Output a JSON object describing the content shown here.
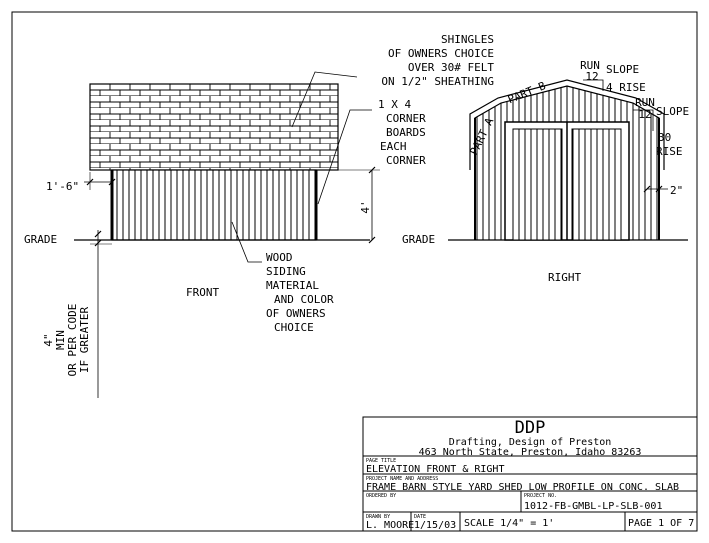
{
  "notes": {
    "roof": [
      "SHINGLES",
      "OF OWNERS CHOICE",
      "OVER 30# FELT",
      "ON 1/2\" SHEATHING"
    ],
    "corner": [
      "1 X 4",
      "CORNER",
      "BOARDS",
      "EACH",
      "CORNER"
    ],
    "siding": [
      "WOOD",
      "SIDING",
      "MATERIAL",
      "AND COLOR",
      "OF OWNERS",
      "CHOICE"
    ],
    "footing": [
      "4\"",
      "MIN",
      "OR PER CODE",
      "IF GREATER"
    ],
    "overhang": "1'-6\"",
    "wall_height": "4'",
    "grade": "GRADE",
    "trim": "2\""
  },
  "front": {
    "caption": "FRONT"
  },
  "right": {
    "caption": "RIGHT",
    "part_a": "PART A",
    "part_b": "PART B",
    "upper_slope": {
      "run_label": "RUN",
      "run": "12",
      "slope_label": "SLOPE",
      "rise": "4 RISE"
    },
    "lower_slope": {
      "run_label": "RUN",
      "run": "12",
      "slope_label": "SLOPE",
      "rise": "30",
      "rise_label": "RISE"
    }
  },
  "title_block": {
    "company_abbr": "DDP",
    "company": "Drafting, Design of Preston",
    "address": "463 North State, Preston, Idaho 83263",
    "page_title_caption": "PAGE TITLE",
    "page_title": "ELEVATION FRONT & RIGHT",
    "project_caption": "PROJECT NAME AND ADDRESS",
    "project": "FRAME BARN STYLE YARD SHED LOW PROFILE ON CONC. SLAB",
    "ordered_caption": "ORDERED BY",
    "project_no_caption": "PROJECT NO.",
    "project_no": "1012-FB-GMBL-LP-SLB-001",
    "drawn_caption": "DRAWN BY",
    "drawn_by": "L. MOORE",
    "date_caption": "DATE",
    "date": "1/15/03",
    "scale": "SCALE 1/4\" = 1'",
    "page": "PAGE 1 OF 7"
  }
}
